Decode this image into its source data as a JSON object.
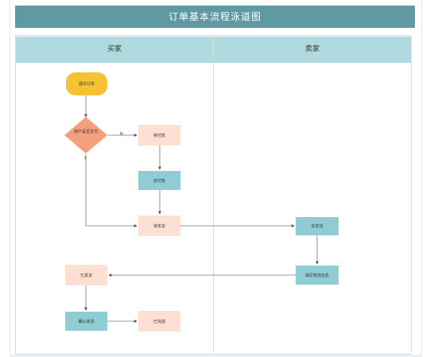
{
  "title": "订单基本流程泳道图",
  "lanes": [
    {
      "label": "买家"
    },
    {
      "label": "卖家"
    }
  ],
  "nodes": {
    "submit_order": "提交订单",
    "decide_pay": "用户是否支付",
    "pending_pay": "待付款",
    "go_pay": "去付款",
    "pending_ship": "待发货",
    "go_ship": "去发货",
    "fill_logistics": "填写物流信息",
    "shipped": "已发货",
    "confirm_receipt": "确认收货",
    "completed": "已完成"
  },
  "edge_labels": {
    "no": "N",
    "yes": "Y"
  },
  "colors": {
    "title_bg": "#5f9aa2",
    "lane_header_bg": "#afdbe0",
    "start_node": "#f5c231",
    "decision": "#f4a07c",
    "state_node": "#fde0d2",
    "action_node": "#90ccd3"
  }
}
